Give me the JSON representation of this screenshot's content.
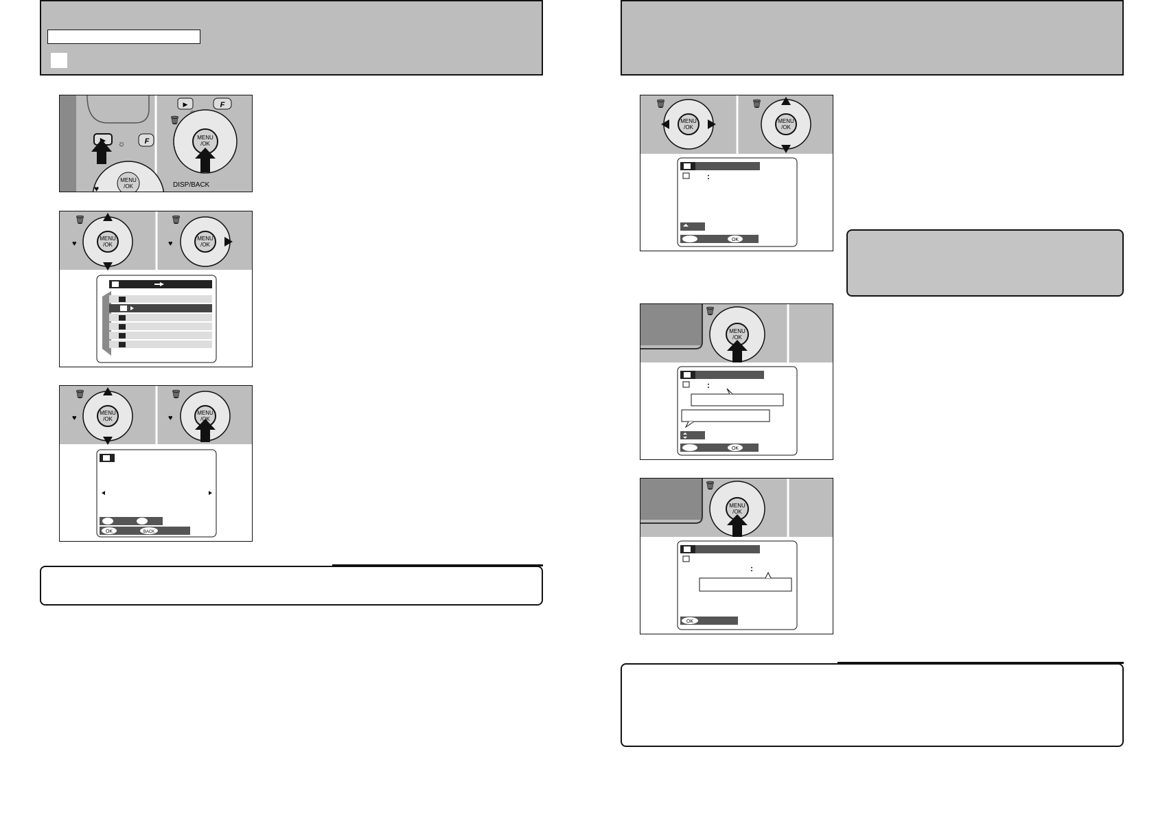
{
  "left_page": {
    "figure1": {
      "button_labels": {
        "playback": "▶",
        "menu": "MENU\n/OK",
        "disp_back": "DISP/BACK",
        "f_button": "F"
      }
    },
    "figure2": {
      "icons": [
        "trash-icon",
        "protect-icon",
        "print-icon",
        "playback-icon",
        "image-icon",
        "set-icon"
      ]
    },
    "figure3": {
      "footer": {
        "ok": "OK",
        "back": "BACK"
      }
    }
  },
  "right_page": {
    "figure1": {
      "footer_ok": "OK"
    },
    "figure2": {
      "footer_ok": "OK"
    },
    "figure3": {
      "footer_ok": "OK"
    }
  },
  "colors": {
    "header_gray": "#bdbdbd",
    "photo_gray": "#bdbdbd",
    "dark_bar": "#333333"
  }
}
